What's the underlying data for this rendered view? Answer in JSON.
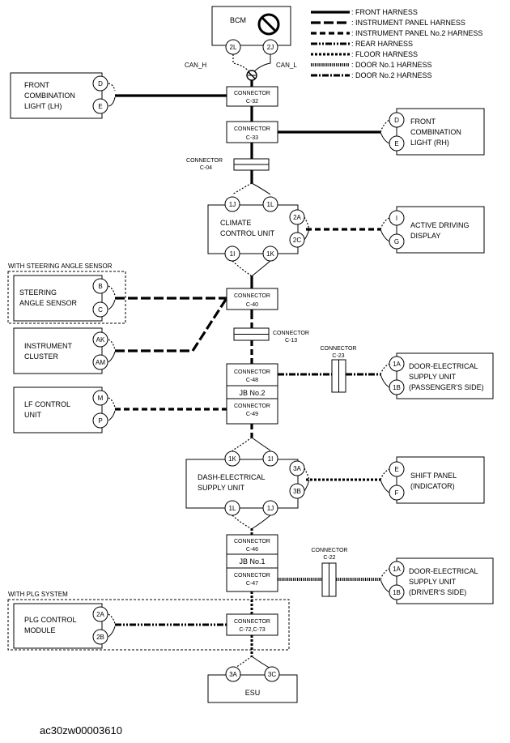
{
  "legend": [
    {
      "key": "front",
      "label": ": FRONT HARNESS"
    },
    {
      "key": "ip",
      "label": ": INSTRUMENT PANEL HARNESS"
    },
    {
      "key": "ip2",
      "label": ": INSTRUMENT PANEL No.2 HARNESS"
    },
    {
      "key": "rear",
      "label": ": REAR HARNESS"
    },
    {
      "key": "floor",
      "label": ": FLOOR HARNESS"
    },
    {
      "key": "d1",
      "label": ": DOOR No.1 HARNESS"
    },
    {
      "key": "d2",
      "label": ": DOOR No.2 HARNESS"
    }
  ],
  "bcm": {
    "title": "BCM",
    "pin_left": "2L",
    "pin_right": "2J",
    "can_h": "CAN_H",
    "can_l": "CAN_L"
  },
  "connectors": {
    "c32": {
      "word": "CONNECTOR",
      "code": "C-32"
    },
    "c33": {
      "word": "CONNECTOR",
      "code": "C-33"
    },
    "c04": {
      "word": "CONNECTOR",
      "code": "C-04"
    },
    "c40": {
      "word": "CONNECTOR",
      "code": "C-40"
    },
    "c13": {
      "word": "CONNECTOR",
      "code": "C-13"
    },
    "c48": {
      "word": "CONNECTOR",
      "code": "C-48"
    },
    "c49": {
      "word": "CONNECTOR",
      "code": "C-49"
    },
    "c23": {
      "word": "CONNECTOR",
      "code": "C-23"
    },
    "c46": {
      "word": "CONNECTOR",
      "code": "C-46"
    },
    "c47": {
      "word": "CONNECTOR",
      "code": "C-47"
    },
    "c22": {
      "word": "CONNECTOR",
      "code": "C-22"
    },
    "c72": {
      "word": "CONNECTOR",
      "code": "C-72,C-73"
    }
  },
  "jb2": "JB No.2",
  "jb1": "JB No.1",
  "front_lh": {
    "line1": "FRONT",
    "line2": "COMBINATION",
    "line3": "LIGHT (LH)",
    "pin_top": "D",
    "pin_bottom": "E"
  },
  "front_rh": {
    "line1": "FRONT",
    "line2": "COMBINATION",
    "line3": "LIGHT (RH)",
    "pin_top": "D",
    "pin_bottom": "E"
  },
  "climate": {
    "line1": "CLIMATE",
    "line2": "CONTROL UNIT",
    "pin_tl": "1J",
    "pin_tr": "1L",
    "pin_bl": "1I",
    "pin_br": "1K",
    "pin_r1": "2A",
    "pin_r2": "2C"
  },
  "active_display": {
    "line1": "ACTIVE DRIVING",
    "line2": "DISPLAY",
    "pin_top": "I",
    "pin_bottom": "G"
  },
  "steering_group": "WITH STEERING ANGLE SENSOR",
  "steering": {
    "line1": "STEERING",
    "line2": "ANGLE SENSOR",
    "pin_top": "B",
    "pin_bottom": "C"
  },
  "cluster": {
    "line1": "INSTRUMENT",
    "line2": "CLUSTER",
    "pin_top": "AK",
    "pin_bottom": "AM"
  },
  "door_pass": {
    "line1": "DOOR-ELECTRICAL",
    "line2": "SUPPLY UNIT",
    "line3": "(PASSENGER'S SIDE)",
    "pin_top": "1A",
    "pin_bottom": "1B"
  },
  "lf_control": {
    "line1": "LF CONTROL",
    "line2": "UNIT",
    "pin_top": "M",
    "pin_bottom": "P"
  },
  "dash": {
    "line1": "DASH-ELECTRICAL",
    "line2": "SUPPLY UNIT",
    "pin_tl": "1K",
    "pin_tr": "1I",
    "pin_bl": "1L",
    "pin_br": "1J",
    "pin_r1": "3A",
    "pin_r2": "3B"
  },
  "shift_panel": {
    "line1": "SHIFT PANEL",
    "line2": "(INDICATOR)",
    "pin_top": "E",
    "pin_bottom": "F"
  },
  "door_drv": {
    "line1": "DOOR-ELECTRICAL",
    "line2": "SUPPLY UNIT",
    "line3": "(DRIVER'S SIDE)",
    "pin_top": "1A",
    "pin_bottom": "1B"
  },
  "plg_group": "WITH PLG SYSTEM",
  "plg": {
    "line1": "PLG CONTROL",
    "line2": "MODULE",
    "pin_top": "2A",
    "pin_bottom": "2B"
  },
  "esu": {
    "title": "ESU",
    "pin_left": "3A",
    "pin_right": "3C"
  },
  "caption": "ac30zw00003610"
}
